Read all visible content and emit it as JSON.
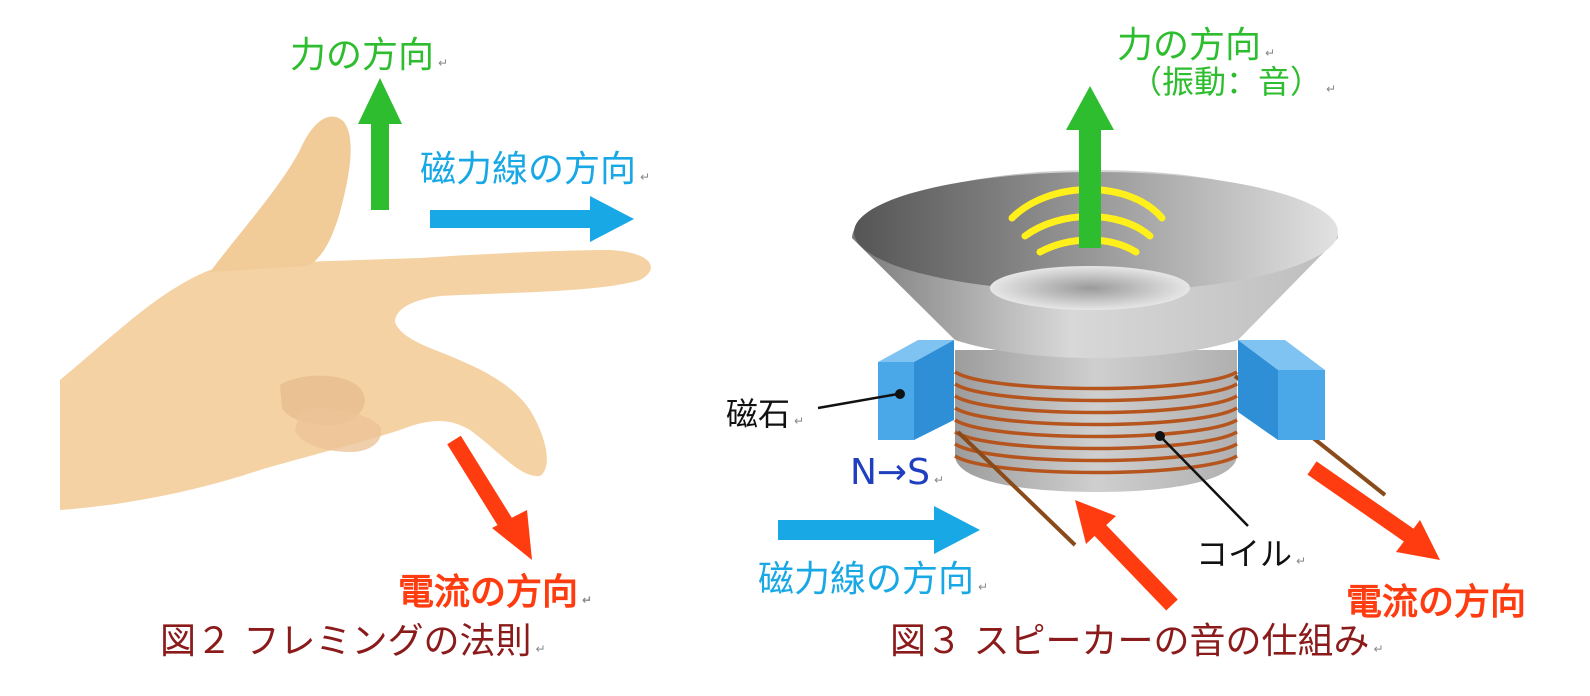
{
  "left_figure": {
    "force_label": "力の方向",
    "field_label": "磁力線の方向",
    "current_label": "電流の方向",
    "caption": "図２ フレミングの法則"
  },
  "right_figure": {
    "force_label": "力の方向",
    "force_sublabel": "（振動：音）",
    "magnet_label": "磁石",
    "ns_label": "N→S",
    "field_label": "磁力線の方向",
    "coil_label": "コイル",
    "current_label": "電流の方向",
    "caption": "図３ スピーカーの音の仕組み"
  },
  "paragraph_mark": "↵",
  "colors": {
    "force": "#2ebd2e",
    "field": "#19a8e6",
    "current": "#ff3c0f",
    "caption": "#8b1a1a",
    "magnet": "#4aa8e8",
    "coil": "#b5541c"
  }
}
